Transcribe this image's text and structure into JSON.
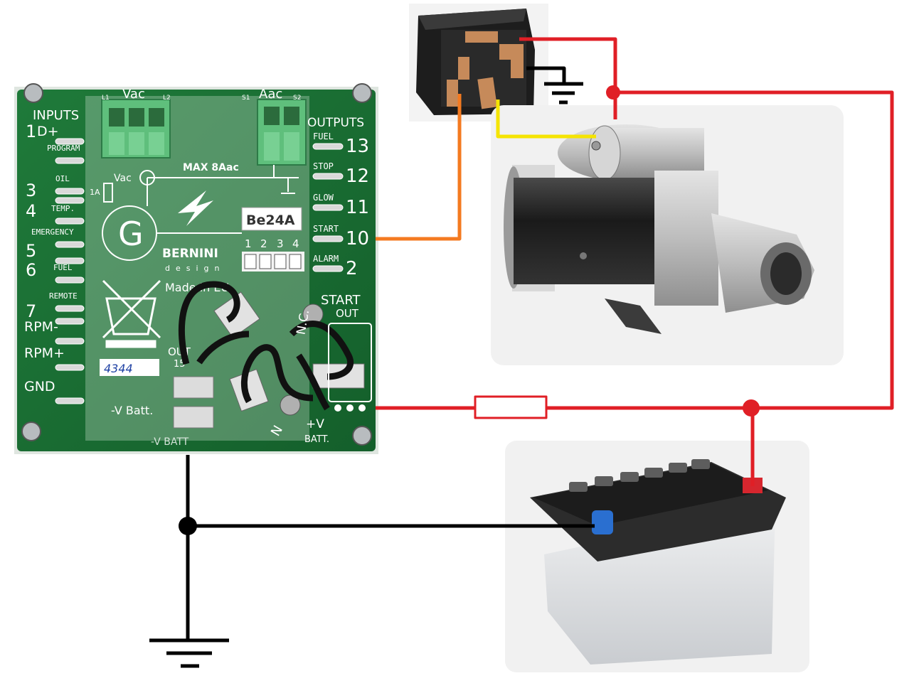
{
  "controller": {
    "brand": "BERNINI",
    "brand_sub": "design",
    "model": "Be24A",
    "g_symbol": "G",
    "max_rating": "MAX 8Aac",
    "vac_header": "Vac",
    "vac_header_pins": [
      "L1",
      "L2"
    ],
    "vac_label": "Vac",
    "aac_header": "Aac",
    "aac_header_pins": [
      "S1",
      "S2"
    ],
    "inputs_title": "INPUTS",
    "outputs_title": "OUTPUTS",
    "inputs": [
      {
        "num": "1",
        "prefix": "D+",
        "label": ""
      },
      {
        "num": "",
        "prefix": "",
        "label": "PROGRAM"
      },
      {
        "num": "",
        "prefix": "",
        "label": "OIL"
      },
      {
        "num": "3",
        "prefix": "",
        "label": ""
      },
      {
        "num": "4",
        "prefix": "",
        "label": "TEMP."
      },
      {
        "num": "",
        "prefix": "",
        "label": "EMERGENCY"
      },
      {
        "num": "5",
        "prefix": "",
        "label": ""
      },
      {
        "num": "6",
        "prefix": "",
        "label": "FUEL"
      },
      {
        "num": "",
        "prefix": "",
        "label": "REMOTE"
      },
      {
        "num": "7",
        "prefix": "",
        "label": ""
      },
      {
        "num": "",
        "prefix": "RPM-",
        "label": ""
      },
      {
        "num": "",
        "prefix": "RPM+",
        "label": ""
      },
      {
        "num": "",
        "prefix": "GND",
        "label": ""
      }
    ],
    "outputs": [
      {
        "label": "FUEL",
        "num": "13"
      },
      {
        "label": "STOP",
        "num": "12"
      },
      {
        "label": "GLOW",
        "num": "11"
      },
      {
        "label": "START",
        "num": "10"
      },
      {
        "label": "ALARM",
        "num": "2"
      }
    ],
    "dip_numbers": [
      "1",
      "2",
      "3",
      "4"
    ],
    "start_out_label": [
      "START",
      "OUT"
    ],
    "nc_label": "N.C.",
    "batt_minus_label": "-V Batt.",
    "batt_plus_label": "+V",
    "batt_plus_sub": "BATT.",
    "batt_bottom_label": "-V BATT",
    "serial": "4344",
    "fuse_label": "1A",
    "made_in": "Made in EU",
    "n_label": "N",
    "out_label": "OUT",
    "out_num": "15"
  },
  "wires": {
    "power": "#e01f26",
    "ground": "#000000",
    "start_signal": "#f47a20",
    "relay_to_solenoid": "#f5e400"
  },
  "components": [
    "relay",
    "starter-motor",
    "battery",
    "fuse"
  ]
}
